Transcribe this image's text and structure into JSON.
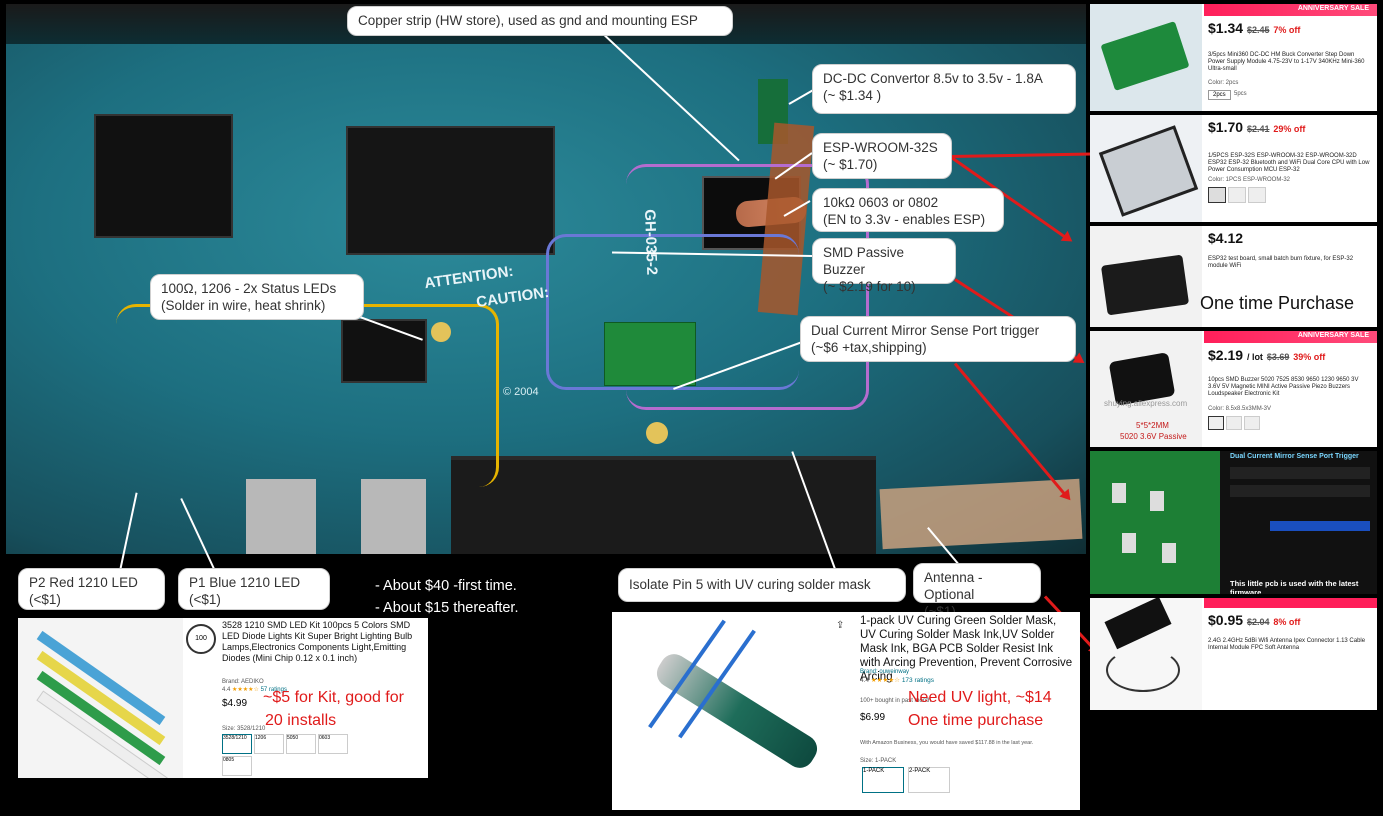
{
  "callouts": {
    "copper_strip": "Copper strip (HW store), used as gnd and mounting ESP",
    "dcdc": "DC-DC Convertor 8.5v to 3.5v - 1.8A\n(~ $1.34 )",
    "esp": "ESP-WROOM-32S\n(~ $1.70)",
    "resistor": "10kΩ 0603 or 0802\n(EN to 3.3v - enables ESP)",
    "buzzer": "SMD Passive Buzzer\n(~ $2.19 for 10)",
    "status_leds": "100Ω, 1206 - 2x Status LEDs\n (Solder in wire, heat shrink)",
    "mirror": "Dual Current Mirror Sense Port trigger\n(~$6 +tax,shipping)",
    "p2_led": "P2 Red 1210 LED\n(<$1)",
    "p1_led": "P1 Blue 1210 LED\n(<$1)",
    "isolate_pin": "Isolate Pin 5 with UV curing solder mask",
    "antenna": "Antenna - Optional\n(~$1)"
  },
  "pcb_text": {
    "attention": "ATTENTION:",
    "caution": "CAUTION:",
    "year": "© 2004",
    "board": "GH-035-2"
  },
  "cost_notes": {
    "line1": "- About $40 -first time.",
    "line2": "- About $15 thereafter."
  },
  "products": {
    "dcdc": {
      "price": "$1.34",
      "old_price": "$2.45",
      "discount": "7% off",
      "banner": "ANNIVERSARY SALE",
      "title": "3/5pcs Mini360 DC-DC HM Buck Converter Step Down Power Supply Module 4.75-23V to 1-17V 340KHz Mini-360 Ultra-small",
      "color_label": "Color: 2pcs",
      "options": [
        "2pcs",
        "5pcs"
      ]
    },
    "esp": {
      "price": "$1.70",
      "old_price": "$2.41",
      "discount": "29% off",
      "title": "1/5PCS ESP-32S ESP-WROOM-32 ESP-WROOM-32D ESP32 ESP-32 Bluetooth and WiFi Dual Core CPU with Low Power Consumption MCU ESP-32",
      "color_label": "Color: 1PCS ESP-WROOM-32"
    },
    "board": {
      "price": "$4.12",
      "title": "ESP32 test board, small batch burn fixture, for ESP-32 module WiFi",
      "note": "One time Purchase"
    },
    "buzzer": {
      "price": "$2.19",
      "unit": "/ lot",
      "old_price": "$3.69",
      "discount": "39% off",
      "banner": "ANNIVERSARY SALE",
      "title": "10pcs SMD Buzzer 5020 7525 8530 9650 1230 9650 3V 3.6V 5V Magnetic MINI Active Passive Piezo Buzzers Loudspeaker Electronic Kit",
      "color_label": "Color: 8.5x8.5x3MM-3V",
      "watermark": "shuying.aliexpress.com",
      "red_caption1": "5*5*2MM",
      "red_caption2": "5020 3.6V Passive"
    },
    "mirror": {
      "title": "Dual Current Mirror Sense Port Trigger",
      "footer": "This little pcb is used with the latest firmware"
    },
    "antenna": {
      "price": "$0.95",
      "old_price": "$2.04",
      "discount": "8% off",
      "title": "2.4G 2.4GHz 5dBi Wifi Antenna Ipex Connector 1.13 Cable Internal Module FPC Soft Antenna"
    }
  },
  "amazon_led": {
    "title": "3528 1210 SMD LED Kit 100pcs 5 Colors SMD LED Diode Lights Kit Super Bright Lighting Bulb Lamps,Electronics Components Light,Emitting Diodes (Mini Chip 0.12 x 0.1 inch)",
    "brand": "Brand: AEDIKO",
    "rating": "4.4",
    "ratings": "57 ratings",
    "price": "$4.99",
    "size_label": "Size: 3528/1210",
    "sizes": [
      "3528/1210",
      "1206",
      "5050",
      "0603",
      "0805"
    ],
    "note1": "~$5 for Kit, good for",
    "note2": "20 installs"
  },
  "amazon_uv": {
    "title": "1-pack UV Curing Green Solder Mask, UV Curing Solder Mask Ink,UV Solder Mask Ink, BGA PCB Solder Resist Ink with Arcing Prevention, Prevent Corrosive Arcing",
    "brand": "Brand: ouweinway",
    "rating": "4.4",
    "ratings": "173 ratings",
    "bought": "100+ bought in past month",
    "price": "$6.99",
    "business": "With Amazon Business, you would have saved $117.88 in the last year.",
    "size_label": "Size: 1-PACK",
    "packs": [
      "1-PACK",
      "2-PACK"
    ],
    "note1": "Need UV light, ~$14",
    "note2": "One time purchase"
  },
  "colors": {
    "callout_bg": "#ffffff",
    "arrow_red": "#e01b1b",
    "pcb_teal": "#1d6f80",
    "sale_pink": "#ff1f5a"
  }
}
